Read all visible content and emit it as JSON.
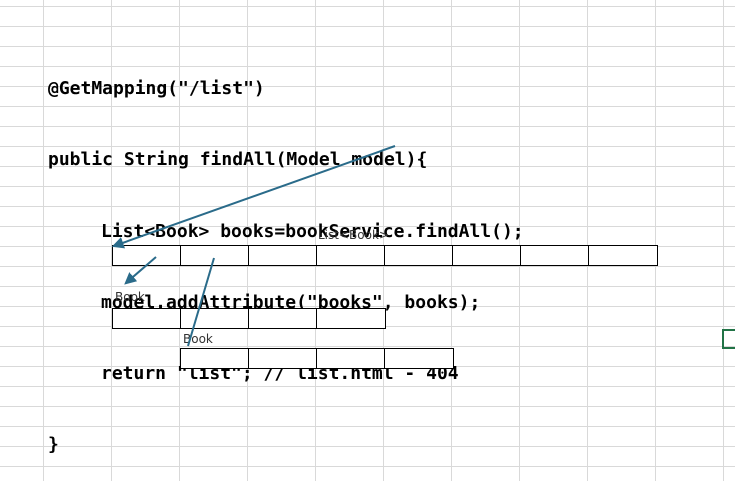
{
  "code": {
    "lines": [
      "@GetMapping(\"/list\")",
      "public String findAll(Model model){",
      "List<Book> books=bookService.findAll();",
      "model.addAttribute(\"books\", books);",
      "return \"list\"; // list.html - 404",
      "}"
    ]
  },
  "diagram": {
    "list_label": "List<Book>",
    "book_label_1": "Book",
    "book_label_2": "Book",
    "list_cells": 8,
    "book_cells_1": 4,
    "book_cells_2": 4
  },
  "colors": {
    "arrow": "#2a6b8a",
    "grid": "#d9d9d9",
    "selection": "#217346"
  }
}
